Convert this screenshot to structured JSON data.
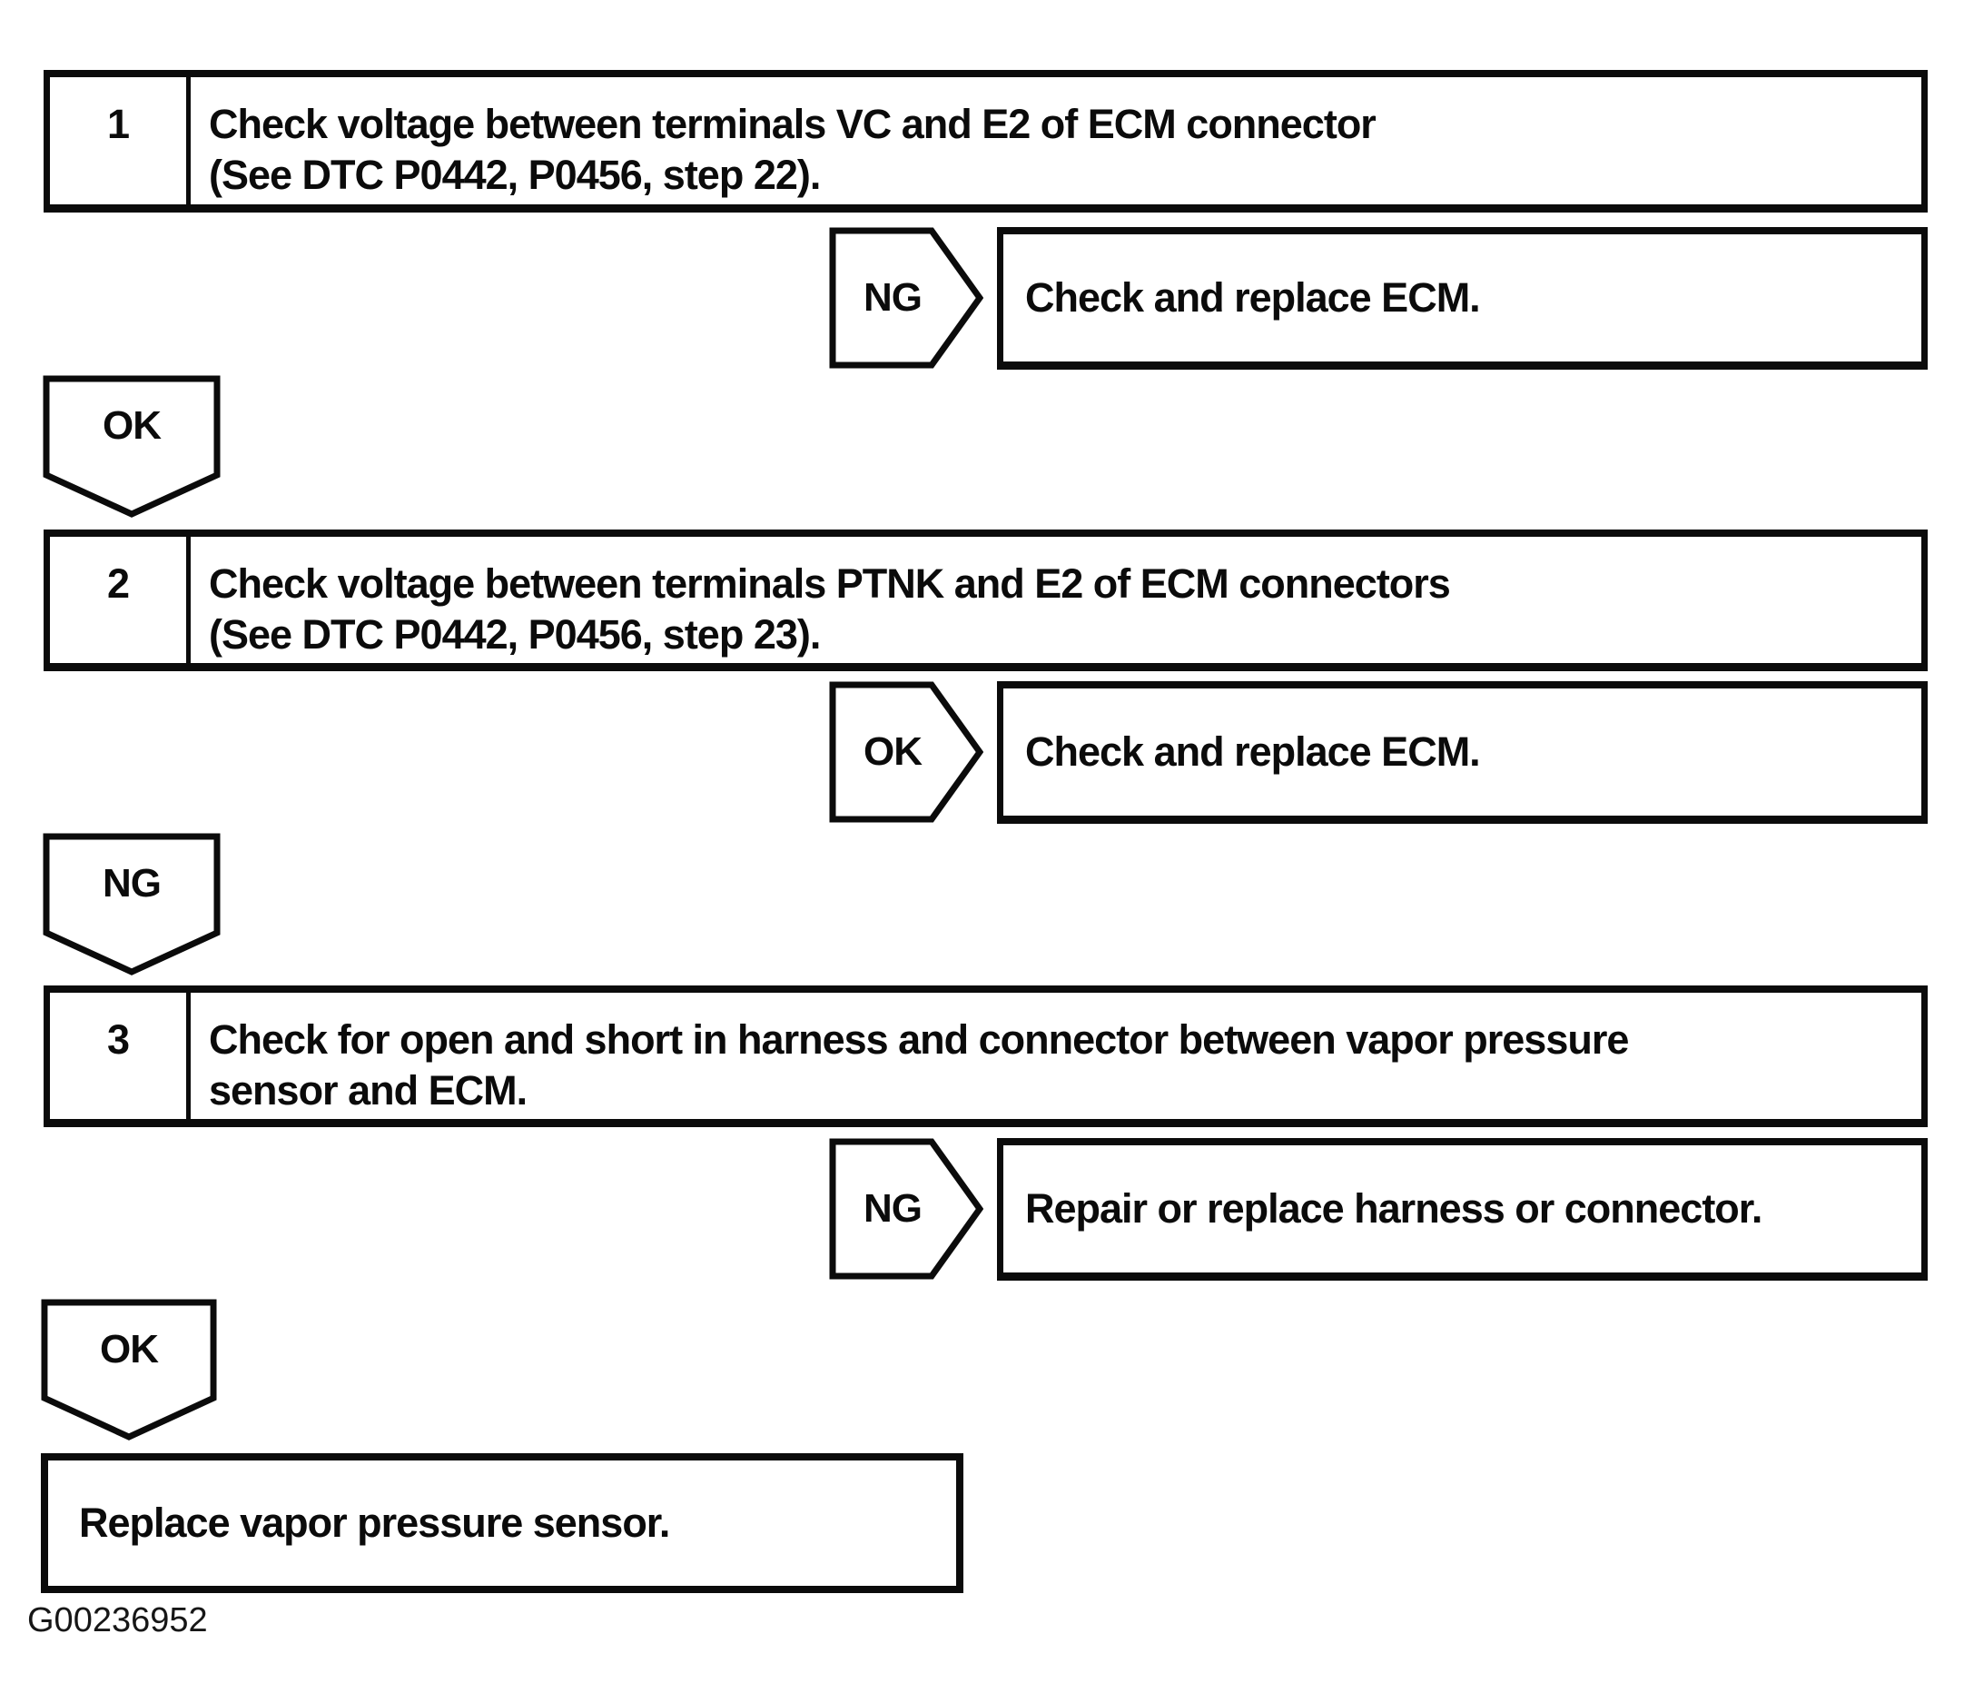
{
  "figure_id": "G00236952",
  "ink_color": "#0b0b0b",
  "steps": [
    {
      "number": "1",
      "lines": [
        "Check voltage between terminals VC and E2 of ECM connector",
        "(See DTC P0442, P0456, step 22)."
      ],
      "branch": {
        "label": "NG",
        "result": "Check and replace ECM."
      },
      "continue_label": "OK"
    },
    {
      "number": "2",
      "lines": [
        "Check voltage between terminals PTNK and E2 of ECM connectors",
        "(See DTC P0442, P0456, step 23)."
      ],
      "branch": {
        "label": "OK",
        "result": "Check and replace ECM."
      },
      "continue_label": "NG"
    },
    {
      "number": "3",
      "lines": [
        "Check for open and short in harness and connector between vapor pressure",
        "sensor and ECM."
      ],
      "branch": {
        "label": "NG",
        "result": "Repair or replace harness or connector."
      },
      "continue_label": "OK"
    }
  ],
  "final_action": "Replace vapor pressure sensor."
}
